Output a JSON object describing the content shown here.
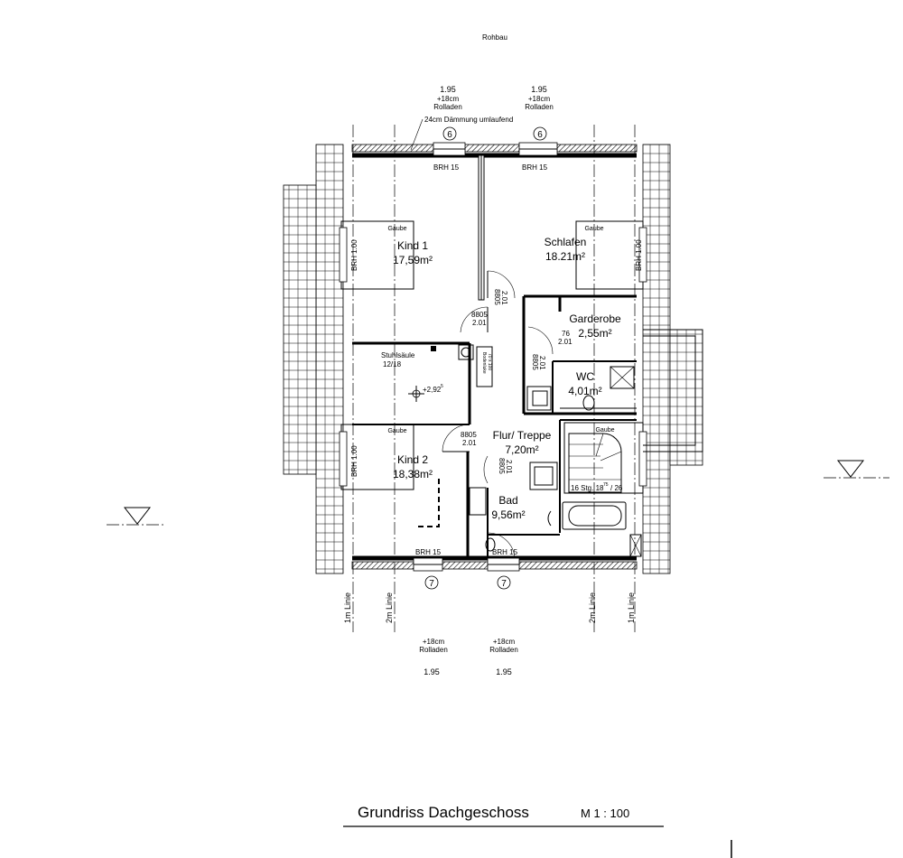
{
  "header": {
    "stage": "Rohbau"
  },
  "top_windows": [
    {
      "width": "1.95",
      "extra": "+18cm",
      "shutter": "Rolladen",
      "number": "6",
      "sill": "BRH 15"
    },
    {
      "width": "1.95",
      "extra": "+18cm",
      "shutter": "Rolladen",
      "number": "6",
      "sill": "BRH 15"
    }
  ],
  "bottom_windows": [
    {
      "width": "1.95",
      "extra": "+18cm",
      "shutter": "Rolladen",
      "number": "7",
      "sill": "BRH 15"
    },
    {
      "width": "1.95",
      "extra": "+18cm",
      "shutter": "Rolladen",
      "number": "7",
      "sill": "BRH 15"
    }
  ],
  "insulation_note": "24cm Dämmung umlaufend",
  "rooms": {
    "kind1": {
      "name": "Kind 1",
      "area": "17,59m²"
    },
    "schlafen": {
      "name": "Schlafen",
      "area": "18.21m²"
    },
    "garderobe": {
      "name": "Garderobe",
      "area": "2,55m²"
    },
    "wc": {
      "name": "WC",
      "area": "4,01m²"
    },
    "flur": {
      "name": "Flur/ Treppe",
      "area": "7,20m²"
    },
    "kind2": {
      "name": "Kind 2",
      "area": "18,38m²"
    },
    "bad": {
      "name": "Bad",
      "area": "9,56m²"
    }
  },
  "gaube_label": "Gaube",
  "side_window_label": "BRH 1.00",
  "doors": {
    "d8805": "8805",
    "d201": "2.01",
    "d76": "76"
  },
  "column": {
    "label": "Stuhlsäule",
    "size": "12/18"
  },
  "level_marker": {
    "value": "+2,92",
    "sup": "5"
  },
  "floor_hatch": {
    "label": "Bodenluke",
    "size": "70 x 100"
  },
  "stair": {
    "label": "16 Stg. 18",
    "sup": "75",
    "tail": "/ 26"
  },
  "lines": {
    "one_m": "1m Linie",
    "two_m": "2m Linie"
  },
  "footer": {
    "title": "Grundriss Dachgeschoss",
    "scale": "M 1 : 100"
  }
}
